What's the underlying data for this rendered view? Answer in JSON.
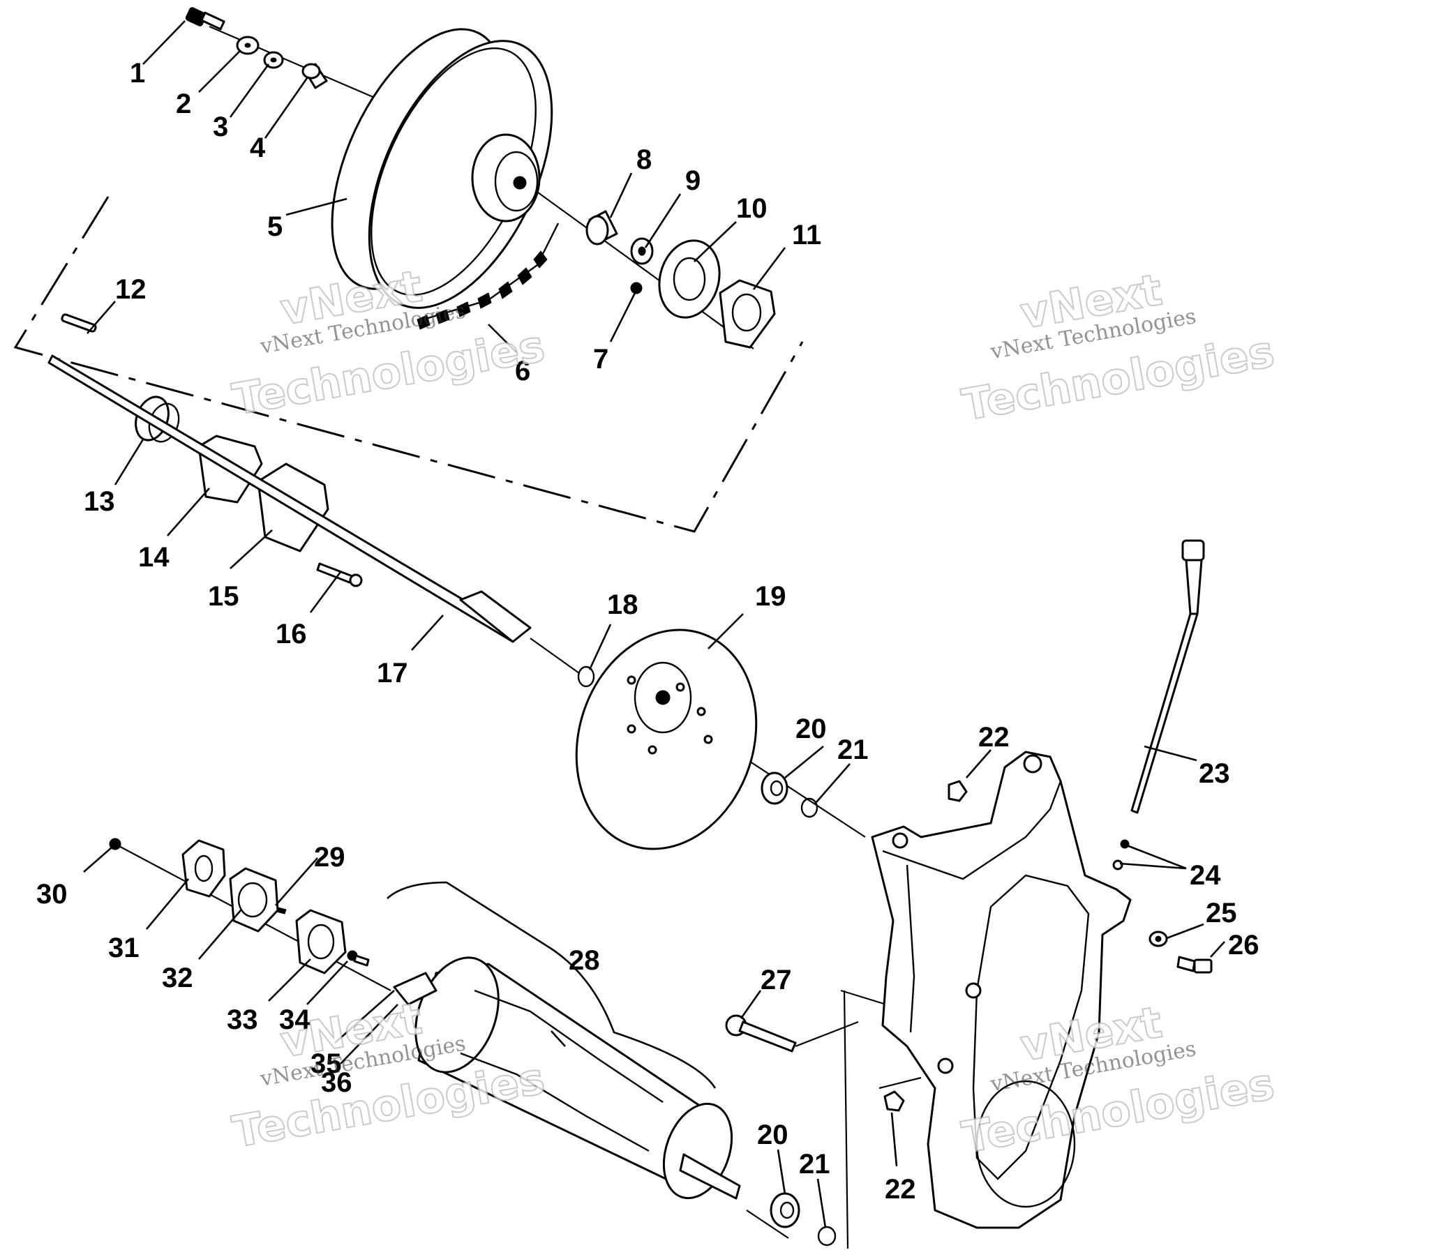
{
  "diagram": {
    "callouts": [
      {
        "id": "1",
        "label": "1"
      },
      {
        "id": "2",
        "label": "2"
      },
      {
        "id": "3",
        "label": "3"
      },
      {
        "id": "4",
        "label": "4"
      },
      {
        "id": "5",
        "label": "5"
      },
      {
        "id": "6",
        "label": "6"
      },
      {
        "id": "7",
        "label": "7"
      },
      {
        "id": "8",
        "label": "8"
      },
      {
        "id": "9",
        "label": "9"
      },
      {
        "id": "10",
        "label": "10"
      },
      {
        "id": "11",
        "label": "11"
      },
      {
        "id": "12",
        "label": "12"
      },
      {
        "id": "13",
        "label": "13"
      },
      {
        "id": "14",
        "label": "14"
      },
      {
        "id": "15",
        "label": "15"
      },
      {
        "id": "16",
        "label": "16"
      },
      {
        "id": "17",
        "label": "17"
      },
      {
        "id": "18",
        "label": "18"
      },
      {
        "id": "19",
        "label": "19"
      },
      {
        "id": "20a",
        "label": "20"
      },
      {
        "id": "21a",
        "label": "21"
      },
      {
        "id": "22a",
        "label": "22"
      },
      {
        "id": "23",
        "label": "23"
      },
      {
        "id": "24",
        "label": "24"
      },
      {
        "id": "25",
        "label": "25"
      },
      {
        "id": "26",
        "label": "26"
      },
      {
        "id": "27",
        "label": "27"
      },
      {
        "id": "28",
        "label": "28"
      },
      {
        "id": "29",
        "label": "29"
      },
      {
        "id": "30",
        "label": "30"
      },
      {
        "id": "31",
        "label": "31"
      },
      {
        "id": "32",
        "label": "32"
      },
      {
        "id": "33",
        "label": "33"
      },
      {
        "id": "34",
        "label": "34"
      },
      {
        "id": "35",
        "label": "35"
      },
      {
        "id": "36",
        "label": "36"
      },
      {
        "id": "20b",
        "label": "20"
      },
      {
        "id": "21b",
        "label": "21"
      },
      {
        "id": "22b",
        "label": "22"
      }
    ]
  },
  "watermark": {
    "brand_line": "vNext",
    "company_line": "Technologies",
    "full_name": "vNext Technologies"
  }
}
